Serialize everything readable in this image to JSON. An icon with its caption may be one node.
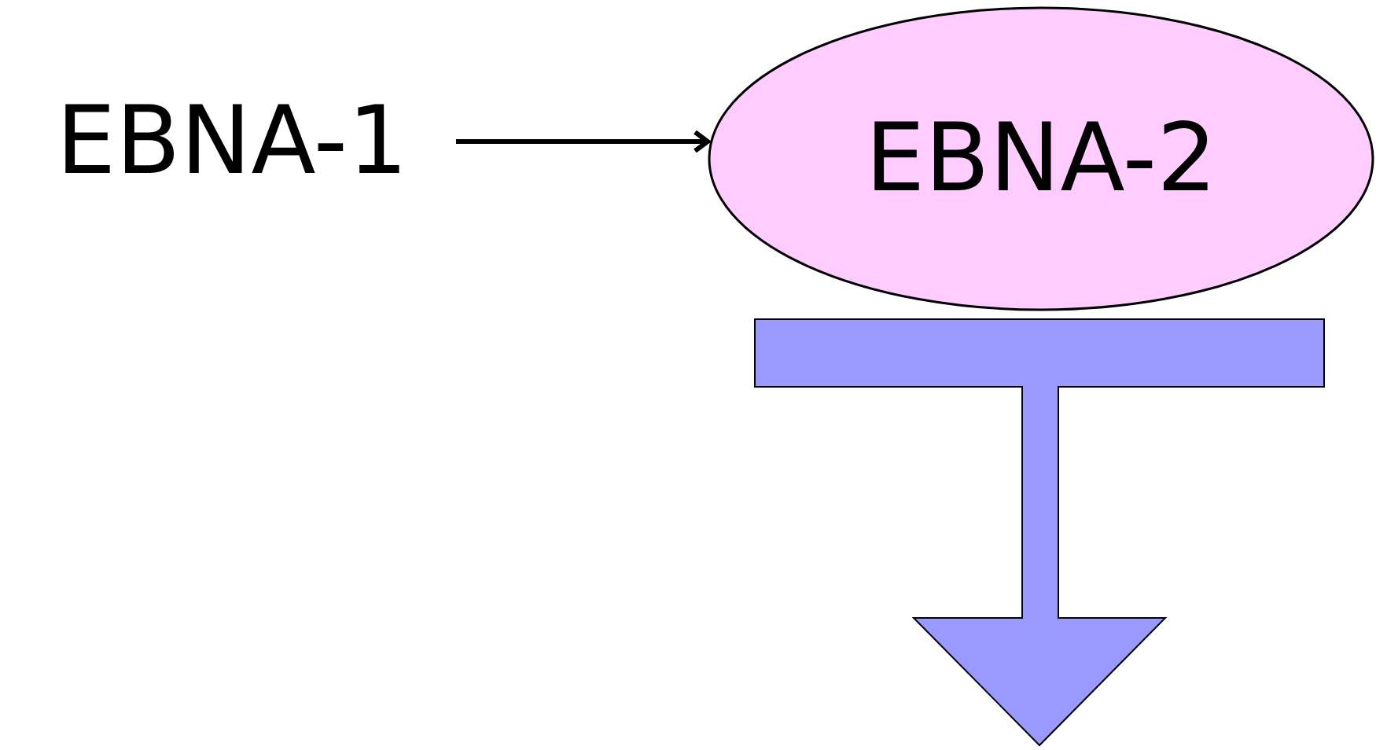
{
  "diagram": {
    "nodes": [
      {
        "text": [
          "EBNA-1"
        ]
      },
      {
        "text": [
          "EBNA-2"
        ]
      }
    ],
    "edges": [
      {
        "from": 0,
        "to": 1,
        "arrow": "to"
      },
      {
        "from": 1,
        "to": null,
        "arrow": "to",
        "style": "thick",
        "color": "#9999ff"
      }
    ]
  }
}
